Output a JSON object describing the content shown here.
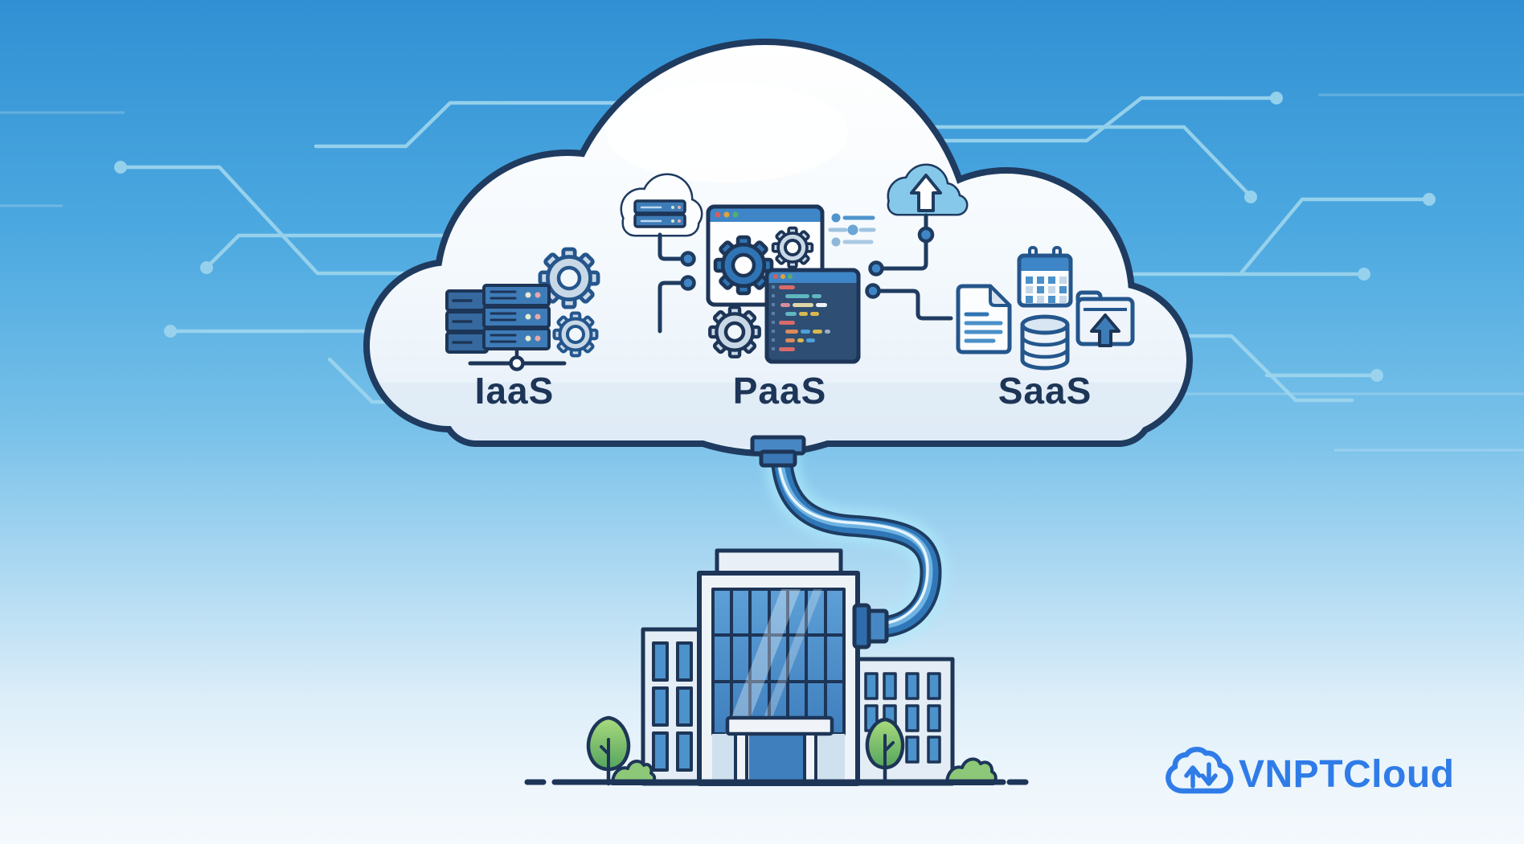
{
  "diagram": {
    "type": "cloud-computing-illustration",
    "services": [
      {
        "id": "iaas",
        "label": "IaaS",
        "icons": [
          "server-rack-icon",
          "gear-icon",
          "gear-icon",
          "network-node-icon"
        ]
      },
      {
        "id": "paas",
        "label": "PaaS",
        "icons": [
          "cloud-server-icon",
          "browser-window-icon",
          "gear-icon",
          "gear-icon",
          "gear-icon",
          "code-editor-icon",
          "settings-sliders-icon",
          "cloud-upload-icon"
        ]
      },
      {
        "id": "saas",
        "label": "SaaS",
        "icons": [
          "document-icon",
          "calendar-icon",
          "database-icon",
          "folder-upload-icon"
        ]
      }
    ],
    "scene": [
      "big-cloud",
      "circuit-traces",
      "connection-pipe",
      "office-buildings",
      "trees",
      "bushes",
      "ground-line"
    ]
  },
  "branding": {
    "logo_text": "VNPTCloud",
    "logo_icon": "cloud-sync-arrows-icon",
    "logo_color": "#2F7CE8"
  },
  "colors": {
    "sky_top": "#3090D3",
    "sky_bottom": "#F4F9FD",
    "outline_navy": "#1D3557",
    "cloud_fill": "#FFFFFF",
    "cloud_shade": "#D9E8F4",
    "accent_blue": "#3E7CB8",
    "title_bar_blue": "#3E86C7",
    "editor_dark": "#2E4E74",
    "trace_cyan": "#9ED6EE",
    "upload_cloud_blue": "#85C8EA",
    "tree_green": "#7DBF6A",
    "code_red": "#D96A6A",
    "code_teal": "#5FB7C0",
    "code_yellow": "#D8B84E",
    "code_orange": "#DD8A5A"
  }
}
